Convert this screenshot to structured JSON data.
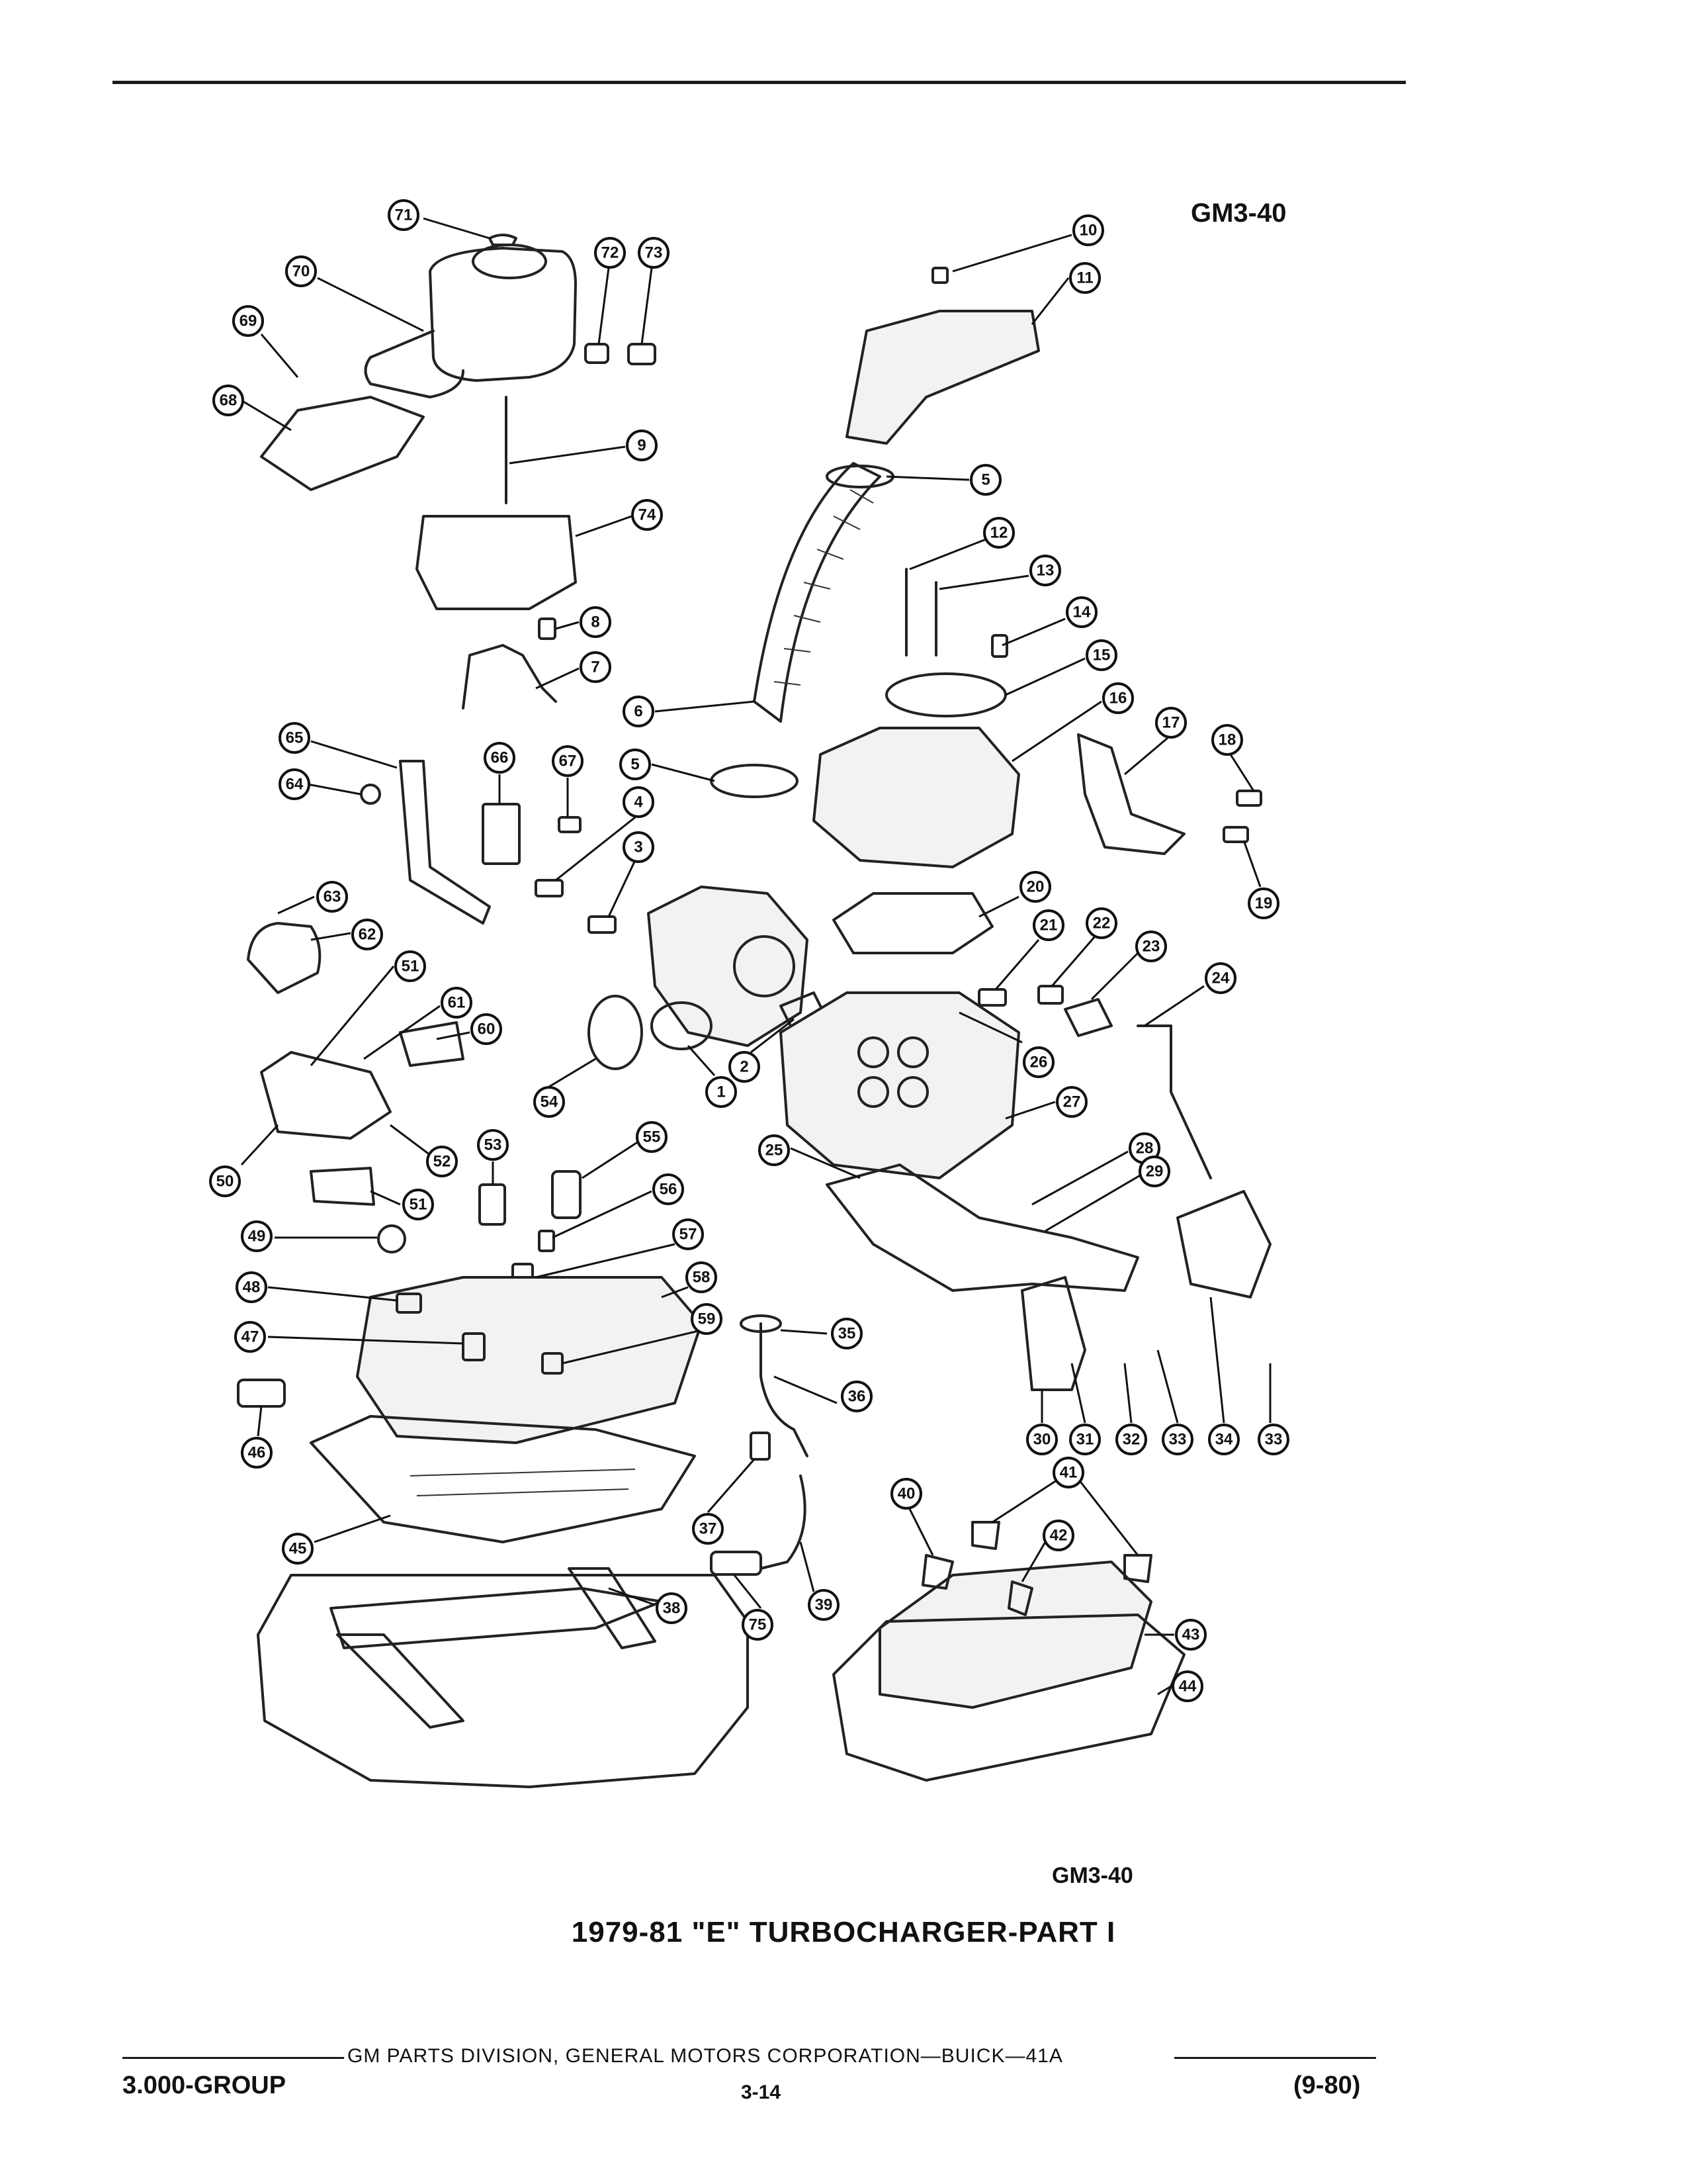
{
  "diagram_code": "GM3-40",
  "caption": "1979-81 \"E\" TURBOCHARGER-PART I",
  "footer": {
    "publisher_line": "GM PARTS DIVISION, GENERAL MOTORS CORPORATION—BUICK—41A",
    "group": "3.000-GROUP",
    "page_number": "3-14",
    "revision_date": "(9-80)"
  },
  "callouts": [
    {
      "id": "c71",
      "label": "71"
    },
    {
      "id": "c70",
      "label": "70"
    },
    {
      "id": "c72",
      "label": "72"
    },
    {
      "id": "c73",
      "label": "73"
    },
    {
      "id": "c69",
      "label": "69"
    },
    {
      "id": "c68",
      "label": "68"
    },
    {
      "id": "c9",
      "label": "9"
    },
    {
      "id": "c74",
      "label": "74"
    },
    {
      "id": "c8",
      "label": "8"
    },
    {
      "id": "c7",
      "label": "7"
    },
    {
      "id": "c10",
      "label": "10"
    },
    {
      "id": "c11",
      "label": "11"
    },
    {
      "id": "c5a",
      "label": "5"
    },
    {
      "id": "c12",
      "label": "12"
    },
    {
      "id": "c13",
      "label": "13"
    },
    {
      "id": "c14",
      "label": "14"
    },
    {
      "id": "c15",
      "label": "15"
    },
    {
      "id": "c16",
      "label": "16"
    },
    {
      "id": "c6",
      "label": "6"
    },
    {
      "id": "c5b",
      "label": "5"
    },
    {
      "id": "c17",
      "label": "17"
    },
    {
      "id": "c18",
      "label": "18"
    },
    {
      "id": "c19",
      "label": "19"
    },
    {
      "id": "c65",
      "label": "65"
    },
    {
      "id": "c64",
      "label": "64"
    },
    {
      "id": "c66",
      "label": "66"
    },
    {
      "id": "c67",
      "label": "67"
    },
    {
      "id": "c4",
      "label": "4"
    },
    {
      "id": "c3",
      "label": "3"
    },
    {
      "id": "c63",
      "label": "63"
    },
    {
      "id": "c62",
      "label": "62"
    },
    {
      "id": "c51a",
      "label": "51"
    },
    {
      "id": "c61",
      "label": "61"
    },
    {
      "id": "c60",
      "label": "60"
    },
    {
      "id": "c20",
      "label": "20"
    },
    {
      "id": "c21",
      "label": "21"
    },
    {
      "id": "c22",
      "label": "22"
    },
    {
      "id": "c23",
      "label": "23"
    },
    {
      "id": "c24",
      "label": "24"
    },
    {
      "id": "c26",
      "label": "26"
    },
    {
      "id": "c2",
      "label": "2"
    },
    {
      "id": "c1",
      "label": "1"
    },
    {
      "id": "c54",
      "label": "54"
    },
    {
      "id": "c27",
      "label": "27"
    },
    {
      "id": "c50",
      "label": "50"
    },
    {
      "id": "c52",
      "label": "52"
    },
    {
      "id": "c51b",
      "label": "51"
    },
    {
      "id": "c53",
      "label": "53"
    },
    {
      "id": "c55",
      "label": "55"
    },
    {
      "id": "c56",
      "label": "56"
    },
    {
      "id": "c25",
      "label": "25"
    },
    {
      "id": "c28",
      "label": "28"
    },
    {
      "id": "c29",
      "label": "29"
    },
    {
      "id": "c49",
      "label": "49"
    },
    {
      "id": "c57",
      "label": "57"
    },
    {
      "id": "c48",
      "label": "48"
    },
    {
      "id": "c58",
      "label": "58"
    },
    {
      "id": "c47",
      "label": "47"
    },
    {
      "id": "c59",
      "label": "59"
    },
    {
      "id": "c35",
      "label": "35"
    },
    {
      "id": "c46",
      "label": "46"
    },
    {
      "id": "c36",
      "label": "36"
    },
    {
      "id": "c30",
      "label": "30"
    },
    {
      "id": "c31",
      "label": "31"
    },
    {
      "id": "c32",
      "label": "32"
    },
    {
      "id": "c33a",
      "label": "33"
    },
    {
      "id": "c34",
      "label": "34"
    },
    {
      "id": "c33b",
      "label": "33"
    },
    {
      "id": "c37",
      "label": "37"
    },
    {
      "id": "c45",
      "label": "45"
    },
    {
      "id": "c40",
      "label": "40"
    },
    {
      "id": "c41",
      "label": "41"
    },
    {
      "id": "c42",
      "label": "42"
    },
    {
      "id": "c38",
      "label": "38"
    },
    {
      "id": "c39",
      "label": "39"
    },
    {
      "id": "c75",
      "label": "75"
    },
    {
      "id": "c43",
      "label": "43"
    },
    {
      "id": "c44",
      "label": "44"
    }
  ]
}
